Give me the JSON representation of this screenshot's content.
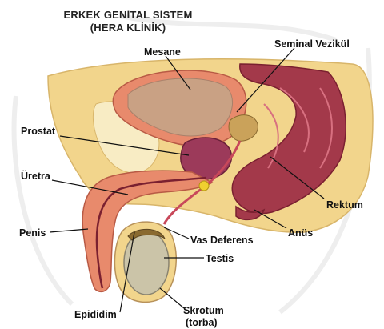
{
  "title": {
    "line1": "ERKEK GENİTAL SİSTEM",
    "line2": "(HERA KLİNİK)"
  },
  "labels": {
    "mesane": "Mesane",
    "seminal": "Seminal Vezikül",
    "prostat": "Prostat",
    "uretra": "Üretra",
    "rektum": "Rektum",
    "penis": "Penis",
    "vas": "Vas Deferens",
    "anus": "Anüs",
    "testis": "Testis",
    "epididim": "Epididim",
    "skrotum": "Skrotum",
    "torba": "(torba)"
  },
  "colors": {
    "tissue": "#f2d58c",
    "bladder_wall": "#e88a6c",
    "bladder_inner": "#c9a184",
    "rectum": "#a3394a",
    "prostate": "#9c3a5a",
    "urethra": "#c8485a",
    "testis": "#cbc4a8",
    "leader": "#111111"
  }
}
